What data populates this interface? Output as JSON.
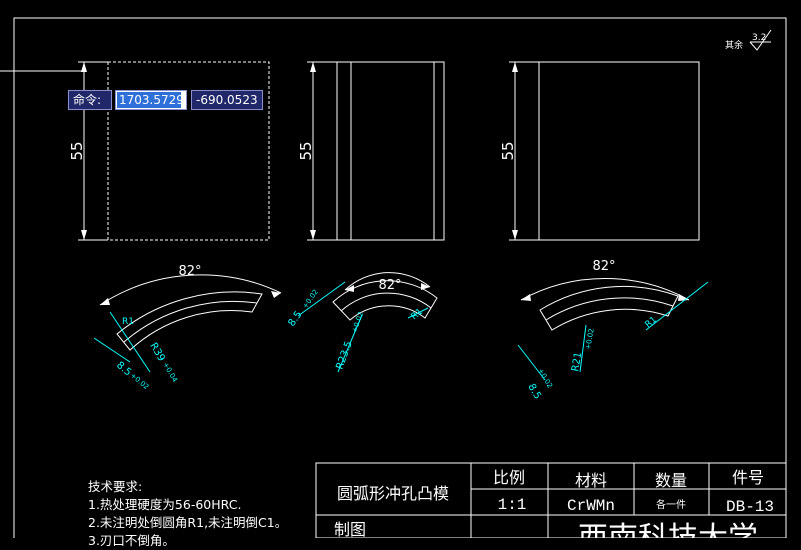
{
  "command_bar": {
    "prompt_label": "命令:",
    "x_value": "1703.5729",
    "y_value": "-690.0523"
  },
  "dimensions": {
    "height_1": "55",
    "height_2": "55",
    "height_3": "55",
    "angle_1": "82°",
    "angle_2": "82°",
    "angle_3": "82°",
    "r1_label": "R1",
    "r39_label": "R39",
    "r39_extra": "+0.04",
    "dim_85_left": "8.5",
    "dim_85_left_extra": "+0.02",
    "dim_85_mid": "8.5",
    "dim_85_mid_extra": "+0.02",
    "r235_label": "R23.5",
    "r235_extra": "+0.02",
    "r1_mid": "R1",
    "r1_right": "R1",
    "dim_85_right": "8.5",
    "dim_85_right_extra": "+0.02",
    "r21_label": "R21",
    "r21_extra": "+0.02"
  },
  "roughness": {
    "prefix": "其余",
    "value": "3.2"
  },
  "technical_requirements": {
    "title": "技术要求:",
    "line1": "1.热处理硬度为56-60HRC.",
    "line2": "2.未注明处倒圆角R1,未注明倒C1。",
    "line3": "3.刃口不倒角。"
  },
  "title_block": {
    "part_name": "圆弧形冲孔凸模",
    "scale_header": "比例",
    "scale_value": "1:1",
    "material_header": "材料",
    "material_value": "CrWMn",
    "quantity_header": "数量",
    "quantity_value": "各一件",
    "part_no_header": "件号",
    "part_no_value": "DB-13",
    "drawn_by": "制图",
    "school": "西南科技大学"
  },
  "colors": {
    "background": "#000000",
    "geometry": "#ffffff",
    "dimension": "#00ffff"
  }
}
